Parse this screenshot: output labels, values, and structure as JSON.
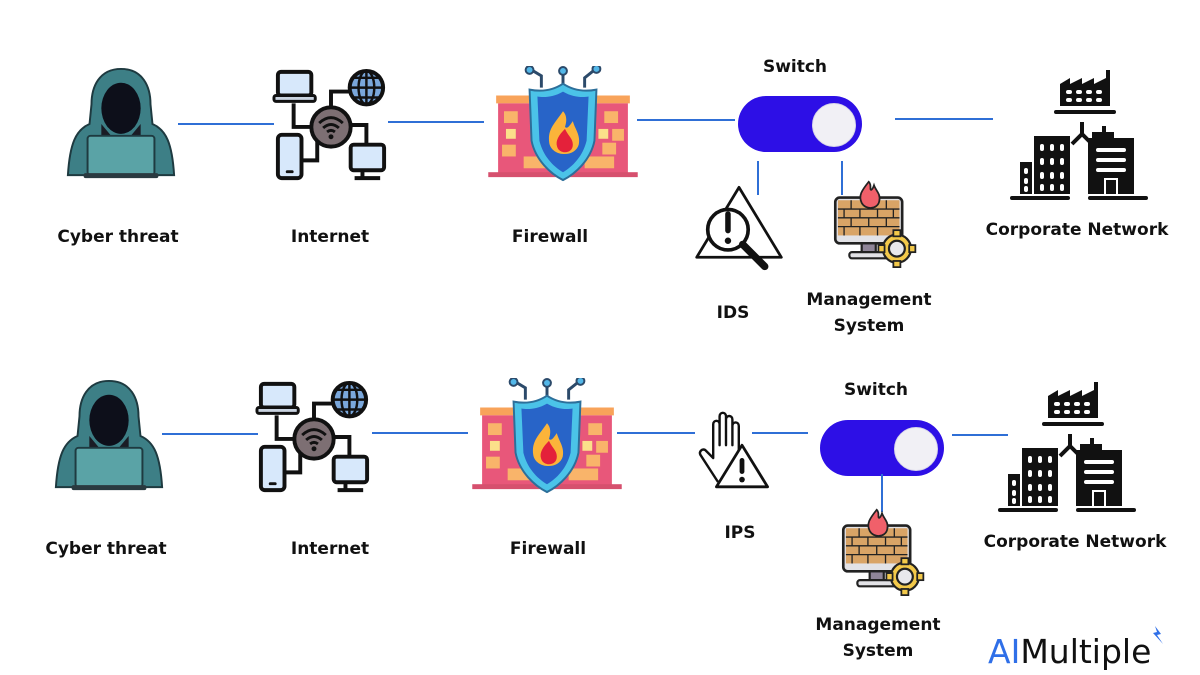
{
  "diagram": {
    "title": "",
    "accent_line_color": "#2f6fd6",
    "switch_color": "#2d0fe6",
    "rows": [
      {
        "id": "ids-row",
        "nodes": {
          "threat": "Cyber threat",
          "internet": "Internet",
          "firewall": "Firewall",
          "switch": "Switch",
          "ids": "IDS",
          "mgmt_line1": "Management",
          "mgmt_line2": "System",
          "corp": "Corporate Network"
        },
        "edges": [
          [
            "Cyber threat",
            "Internet"
          ],
          [
            "Internet",
            "Firewall"
          ],
          [
            "Firewall",
            "Switch"
          ],
          [
            "Switch",
            "Corporate Network"
          ],
          [
            "Switch",
            "IDS"
          ],
          [
            "Switch",
            "Management System"
          ]
        ]
      },
      {
        "id": "ips-row",
        "nodes": {
          "threat": "Cyber threat",
          "internet": "Internet",
          "firewall": "Firewall",
          "ips": "IPS",
          "switch": "Switch",
          "mgmt_line1": "Management",
          "mgmt_line2": "System",
          "corp": "Corporate Network"
        },
        "edges": [
          [
            "Cyber threat",
            "Internet"
          ],
          [
            "Internet",
            "Firewall"
          ],
          [
            "Firewall",
            "IPS"
          ],
          [
            "IPS",
            "Switch"
          ],
          [
            "Switch",
            "Corporate Network"
          ],
          [
            "Switch",
            "Management System"
          ]
        ]
      }
    ]
  },
  "branding": {
    "logo_ai": "AI",
    "logo_rest": "Multiple"
  }
}
